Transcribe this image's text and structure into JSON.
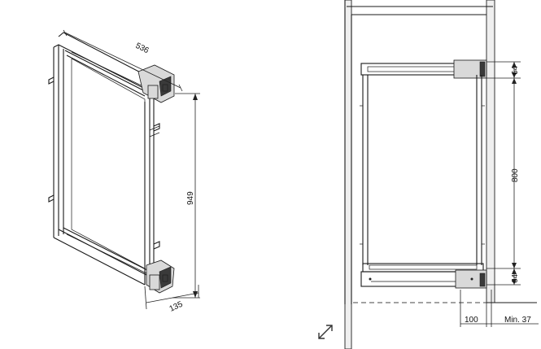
{
  "left_view": {
    "dim_depth": "536",
    "dim_height": "949",
    "dim_side": "135"
  },
  "right_view": {
    "dim_top": "64",
    "dim_middle": "800",
    "dim_bottom": "64",
    "dim_offset": "100",
    "dim_min_label": "Min. 37"
  },
  "icons": {
    "expand": "expand-arrow-icon"
  }
}
